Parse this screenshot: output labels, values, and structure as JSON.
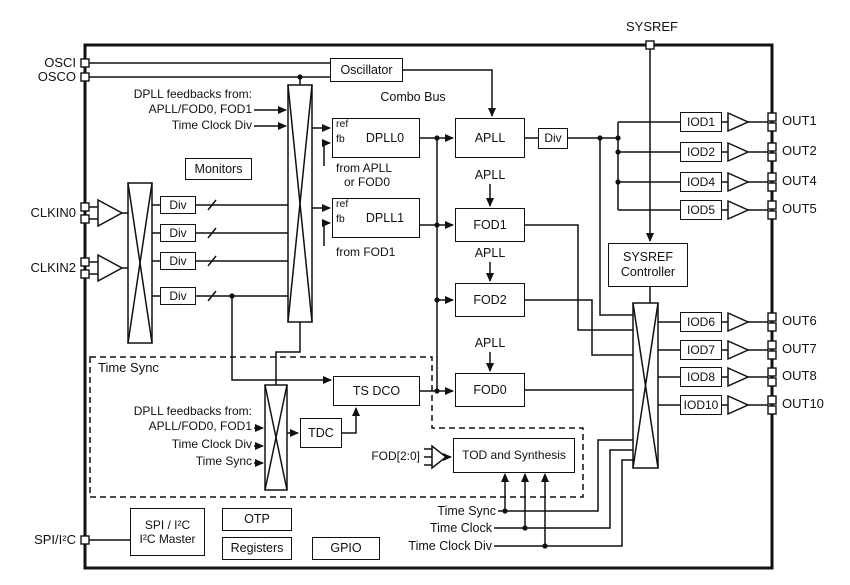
{
  "pins": {
    "sysref": "SYSREF",
    "osci": "OSCI",
    "osco": "OSCO",
    "clkin0": "CLKIN0",
    "clkin2": "CLKIN2",
    "spi_i2c": "SPI/I²C",
    "out1": "OUT1",
    "out2": "OUT2",
    "out4": "OUT4",
    "out5": "OUT5",
    "out6": "OUT6",
    "out7": "OUT7",
    "out8": "OUT8",
    "out10": "OUT10"
  },
  "blocks": {
    "oscillator": "Oscillator",
    "monitors": "Monitors",
    "div": "Div",
    "dpll0": "DPLL0",
    "dpll1": "DPLL1",
    "apll": "APLL",
    "fod1": "FOD1",
    "fod2": "FOD2",
    "fod0": "FOD0",
    "ts_dco": "TS DCO",
    "sysref_controller_line1": "SYSREF",
    "sysref_controller_line2": "Controller",
    "iod1": "IOD1",
    "iod2": "IOD2",
    "iod4": "IOD4",
    "iod5": "IOD5",
    "iod6": "IOD6",
    "iod7": "IOD7",
    "iod8": "IOD8",
    "iod10": "IOD10",
    "tdc": "TDC",
    "tod": "TOD and Synthesis",
    "spi_line1": "SPI / I²C",
    "spi_line2": "I²C Master",
    "otp": "OTP",
    "registers": "Registers",
    "gpio": "GPIO"
  },
  "annotations": {
    "combo_bus": "Combo Bus",
    "dpll_feedback_header": "DPLL feedbacks from:",
    "dpll_feedback_sources": "APLL/FOD0, FOD1",
    "dpll_feedback_timeclockdiv": "Time Clock Div",
    "ref": "ref",
    "fb": "fb",
    "dpll0_fb_src_line1": "from APLL",
    "dpll0_fb_src_line2": "or FOD0",
    "dpll1_fb_src": "from FOD1",
    "apll_feed": "APLL",
    "time_sync_region": "Time Sync",
    "ts_feedback_header": "DPLL feedbacks from:",
    "ts_feedback_sources": "APLL/FOD0, FOD1",
    "ts_time_clock_div": "Time Clock Div",
    "ts_time_sync": "Time Sync",
    "fod_bus": "FOD[2:0]",
    "sig_time_sync": "Time Sync",
    "sig_time_clock": "Time Clock",
    "sig_time_clock_div": "Time Clock Div"
  }
}
